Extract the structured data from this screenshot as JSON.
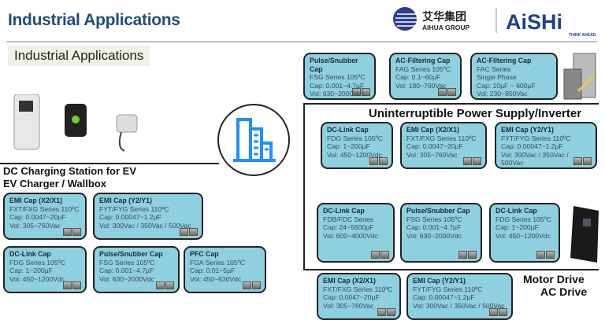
{
  "header": {
    "title": "Industrial Applications",
    "subtitle": "Industrial Applications",
    "logo_cn": "艾华集团",
    "logo_group": "AIHUA GROUP",
    "logo_brand": "AiSHi",
    "logo_tagline": "THINK AHEAD."
  },
  "sections": {
    "ups": "Uninterruptible Power Supply/Inverter",
    "ev1": "DC Charging Station for EV",
    "ev2": "EV Charger / Wallbox",
    "motor1": "Motor Drive",
    "motor2": "AC Drive"
  },
  "colors": {
    "card": "#8ecfe0",
    "title": "#1f4e79",
    "icon": "#1e90ff"
  },
  "cards": [
    {
      "title": "Pulse/Snubber Cap",
      "lines": [
        "FSG Series 105ºC",
        "Cap: 0.001~4.7µF",
        "Vol: 630~2000Vdc"
      ]
    },
    {
      "title": "AC-Filtering Cap",
      "lines": [
        "FAG Series 105ºC",
        "Cap: 0.1~60µF",
        "Vol: 180~760Vac"
      ]
    },
    {
      "title": "AC-Filtering Cap",
      "lines": [
        "FAC Series",
        "Single Phase",
        "Cap: 10µF ~ 600µF",
        "Vol: 230~850Vac"
      ]
    },
    {
      "title": "DC-Link Cap",
      "lines": [
        "FDG Series 105ºC",
        "Cap: 1~200µF",
        "Vol: 450~1200Vdc"
      ]
    },
    {
      "title": "EMI Cap (X2/X1)",
      "lines": [
        "FXT/FXG Series 110ºC",
        "Cap: 0.0047~20µF",
        "Vol: 305~760Vac"
      ]
    },
    {
      "title": "EMI Cap (Y2/Y1)",
      "lines": [
        "FYT/FYG Series 110ºC",
        "Cap: 0.00047~1.2µF",
        "Vol:  300Vac / 350Vac /",
        "500Vac"
      ]
    },
    {
      "title": "EMI Cap (X2/X1)",
      "lines": [
        "FXT/FXG Series 110ºC",
        "Cap: 0.0047~20µF",
        "Vol: 305~760Vac"
      ]
    },
    {
      "title": "EMI Cap (Y2/Y1)",
      "lines": [
        "FYT/FYG Series 110ºC",
        "Cap: 0.00047~1.2µF",
        "Vol:  300Vac / 350Vac / 500Vac"
      ]
    },
    {
      "title": "DC-Link Cap",
      "lines": [
        "FDG Series 105ºC",
        "Cap: 1~200µF",
        "Vol: 450~1200Vdc"
      ]
    },
    {
      "title": "Pulse/Snubber Cap",
      "lines": [
        "FSG Series 105ºC",
        "Cap: 0.001~4.7µF",
        "Vol: 630~2000Vdc"
      ]
    },
    {
      "title": "PFC Cap",
      "lines": [
        "FGA Series 105ºC",
        "Cap: 0.01~5µF",
        "Vol: 450~630Vdc"
      ]
    },
    {
      "title": "DC-Link Cap",
      "lines": [
        "FDB/FDC Series",
        "Cap: 24~5600µF",
        "Vol: 600~4000Vdc"
      ]
    },
    {
      "title": "Pulse/Snubber Cap",
      "lines": [
        "FSG Series 105ºC",
        "Cap: 0.001~4.7µF",
        "Vol: 630~2000Vdc"
      ]
    },
    {
      "title": "DC-Link Cap",
      "lines": [
        "FDG Series 105ºC",
        "Cap: 1~200µF",
        "Vol: 450~1200Vdc"
      ]
    },
    {
      "title": "EMI Cap (X2/X1)",
      "lines": [
        "FXT/FXG Series 110ºC",
        "Cap: 0.0047~20µF",
        "Vol: 305~760Vac"
      ]
    },
    {
      "title": "EMI Cap (Y2/Y1)",
      "lines": [
        "FYT/FYG Series 110ºC",
        "Cap: 0.00047~1.2µF",
        "Vol:  300Vac / 350Vac / 500Vac"
      ]
    }
  ]
}
